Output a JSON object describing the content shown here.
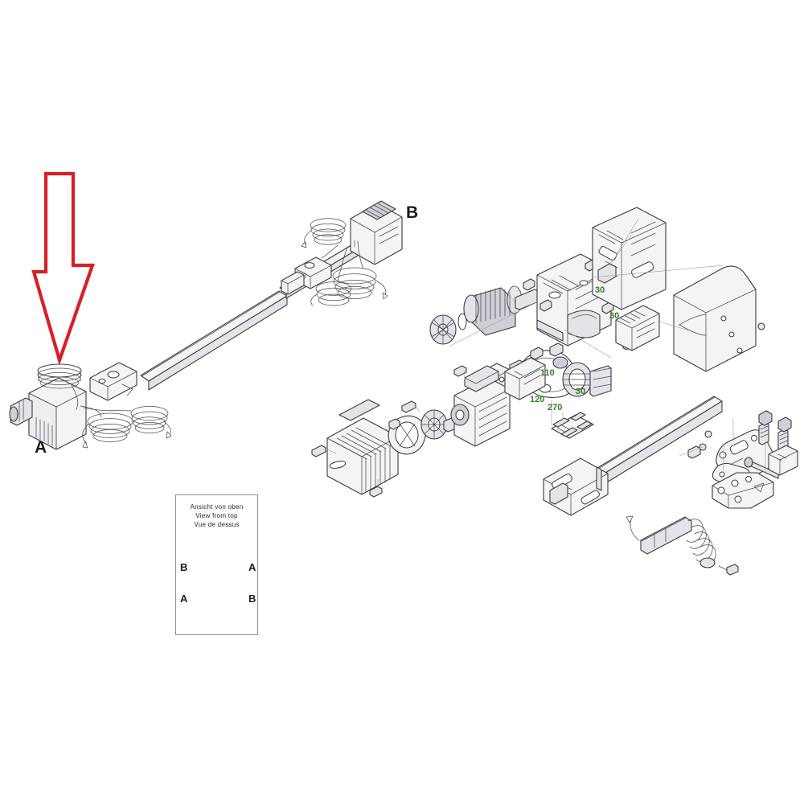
{
  "diagram": {
    "title": "Exploded parts diagram - garage door operator",
    "background_color": "#ffffff",
    "line_color": "#3a3a42",
    "arrow_color": "#d81f26",
    "callout_color": "#3b7a26"
  },
  "callouts": {
    "assembly_a": "A",
    "assembly_b": "B"
  },
  "part_numbers": [
    {
      "id": "p30a",
      "label": "30"
    },
    {
      "id": "p30b",
      "label": "30"
    },
    {
      "id": "p110",
      "label": "110"
    },
    {
      "id": "p30c",
      "label": "30"
    },
    {
      "id": "p120",
      "label": "120"
    },
    {
      "id": "p270",
      "label": "270"
    }
  ],
  "inset": {
    "caption_de": "Ansicht von oben",
    "caption_en": "View from top",
    "caption_fr": "Vue de dessus",
    "markers": {
      "top_left": "B",
      "top_right": "A",
      "bottom_left": "A",
      "bottom_right": "B"
    }
  },
  "annotations": {
    "arrow_icon": "down-arrow-outline",
    "arrow_points_to": "A"
  }
}
